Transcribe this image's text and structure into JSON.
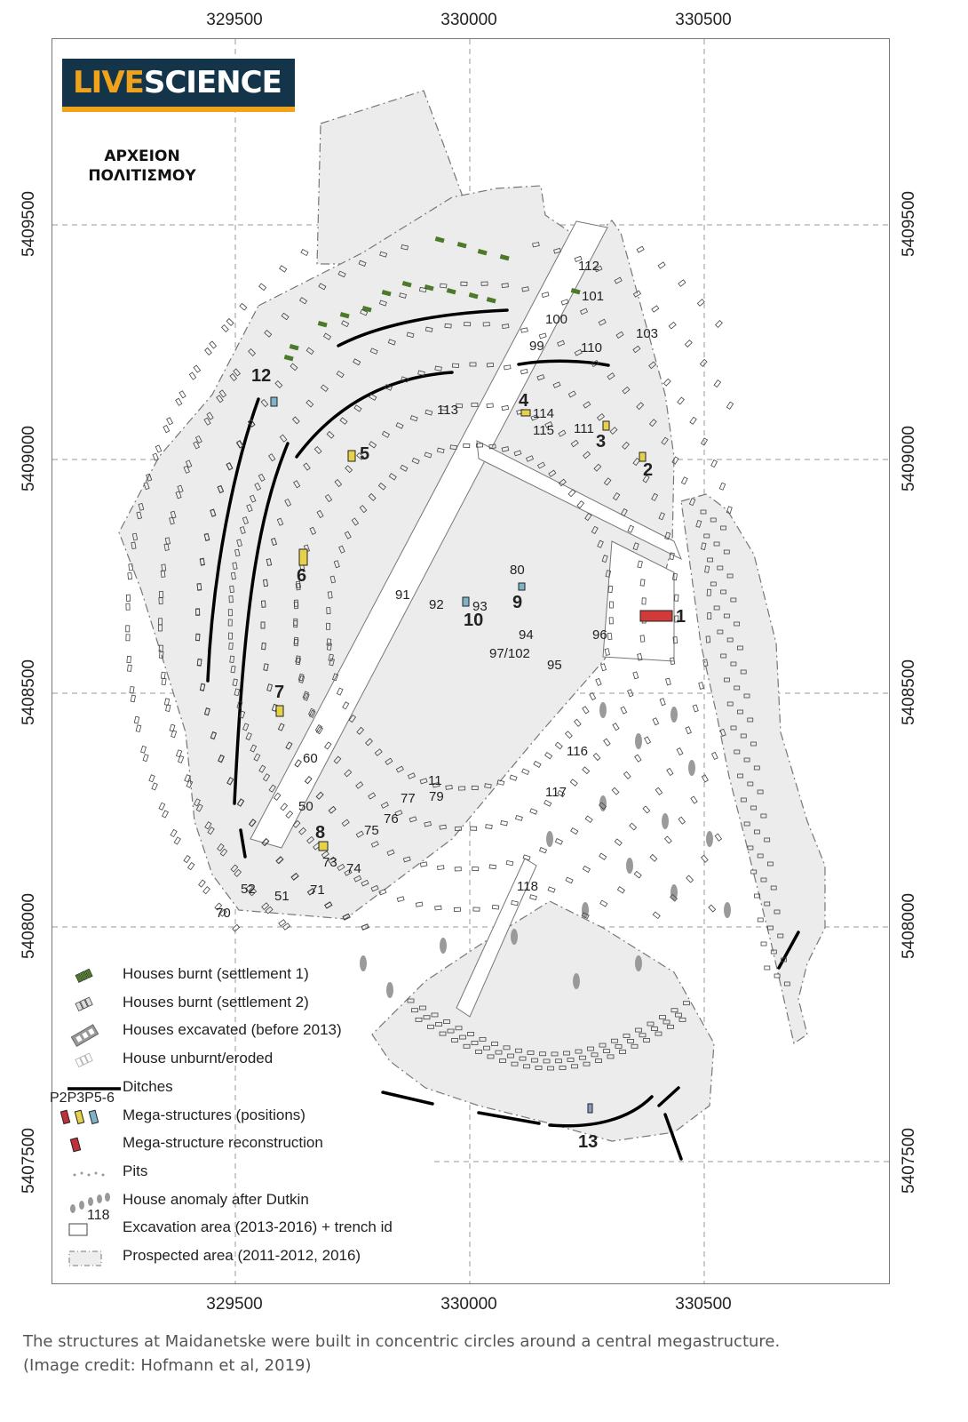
{
  "logo": {
    "brand_live": "LIVE",
    "brand_science": "SCIENCE",
    "colors": {
      "background": "#14344a",
      "accent": "#f0a21b"
    }
  },
  "archive_label": {
    "line1": "ΑΡΧΕΙΟΝ",
    "line2": "ΠΟΛΙΤΙΣΜΟΥ"
  },
  "axes": {
    "x_top": [
      "329500",
      "330000",
      "330500"
    ],
    "x_bottom": [
      "329500",
      "330000",
      "330500"
    ],
    "y_left": [
      "5409500",
      "5409000",
      "5408500",
      "5408000",
      "5407500"
    ],
    "y_right": [
      "5409500",
      "5409000",
      "5408500",
      "5408000",
      "5407500"
    ]
  },
  "mega_structures": [
    {
      "id": "1"
    },
    {
      "id": "2"
    },
    {
      "id": "3"
    },
    {
      "id": "4"
    },
    {
      "id": "5"
    },
    {
      "id": "6"
    },
    {
      "id": "7"
    },
    {
      "id": "8"
    },
    {
      "id": "9"
    },
    {
      "id": "10"
    },
    {
      "id": "12"
    },
    {
      "id": "13"
    }
  ],
  "trench_ids": [
    "112",
    "101",
    "100",
    "103",
    "99",
    "110",
    "113",
    "114",
    "111",
    "115",
    "80",
    "91",
    "92",
    "93",
    "94",
    "96",
    "97/102",
    "95",
    "116",
    "117",
    "60",
    "11",
    "77",
    "79",
    "50",
    "76",
    "75",
    "73",
    "74",
    "118",
    "52",
    "51",
    "71",
    "70"
  ],
  "legend": {
    "items": [
      {
        "label": "Houses burnt (settlement 1)",
        "color": "#4d7a2a"
      },
      {
        "label": "Houses burnt (settlement 2)",
        "color": "#555555"
      },
      {
        "label": "Houses excavated (before 2013)",
        "color": "#888888"
      },
      {
        "label": "House unburnt/eroded",
        "color": "#aaaaaa"
      },
      {
        "label": "Ditches",
        "color": "#000000"
      },
      {
        "label": "Mega-structures (positions)",
        "prefix": "P2P3P5-6",
        "colors": [
          "#c0303a",
          "#e6d24a",
          "#7fb4c8"
        ]
      },
      {
        "label": "Mega-structure reconstruction",
        "color": "#c0303a"
      },
      {
        "label": "Pits",
        "color": "#999999"
      },
      {
        "label": "House anomaly after Dutkin",
        "color": "#999999"
      },
      {
        "label": "Excavation area (2013-2016) + trench id",
        "prefix": "118"
      },
      {
        "label": "Prospected area (2011-2012, 2016)"
      }
    ]
  },
  "caption": {
    "line1": "The structures at Maidanetske were built in concentric circles around a central megastructure.",
    "line2": "(Image credit: Hofmann et al, 2019)"
  }
}
